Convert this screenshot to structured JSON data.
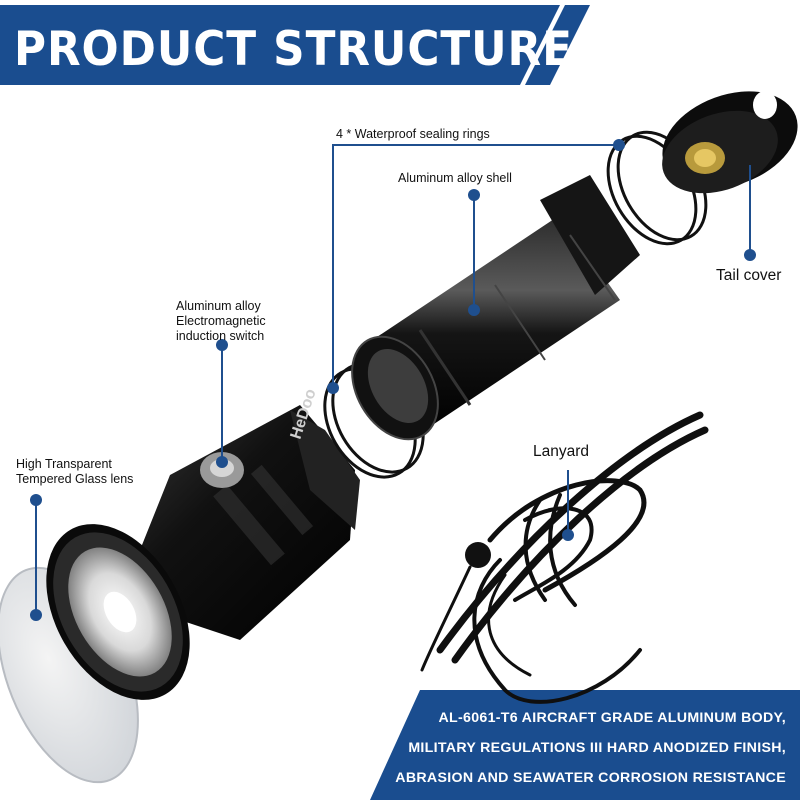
{
  "title": "PRODUCT STRUCTURE",
  "labels": {
    "sealing_rings": "4 *  Waterproof  sealing rings",
    "shell": "Aluminum alloy shell",
    "switch_line1": "Aluminum alloy",
    "switch_line2": "Electromagnetic",
    "switch_line3": "induction switch",
    "tail_cover": "Tail cover",
    "lens_line1": "High Transparent",
    "lens_line2": "Tempered Glass lens",
    "lanyard": "Lanyard"
  },
  "brand_mark": "HeDoo",
  "features": [
    "AL-6061-T6 AIRCRAFT GRADE ALUMINUM BODY,",
    "MILITARY REGULATIONS III HARD ANODIZED FINISH,",
    "ABRASION AND SEAWATER CORROSION RESISTANCE"
  ],
  "colors": {
    "accent_blue": "#1a4d8f",
    "callout_blue": "#1f4f8e",
    "body_black": "#0d0d0d"
  }
}
